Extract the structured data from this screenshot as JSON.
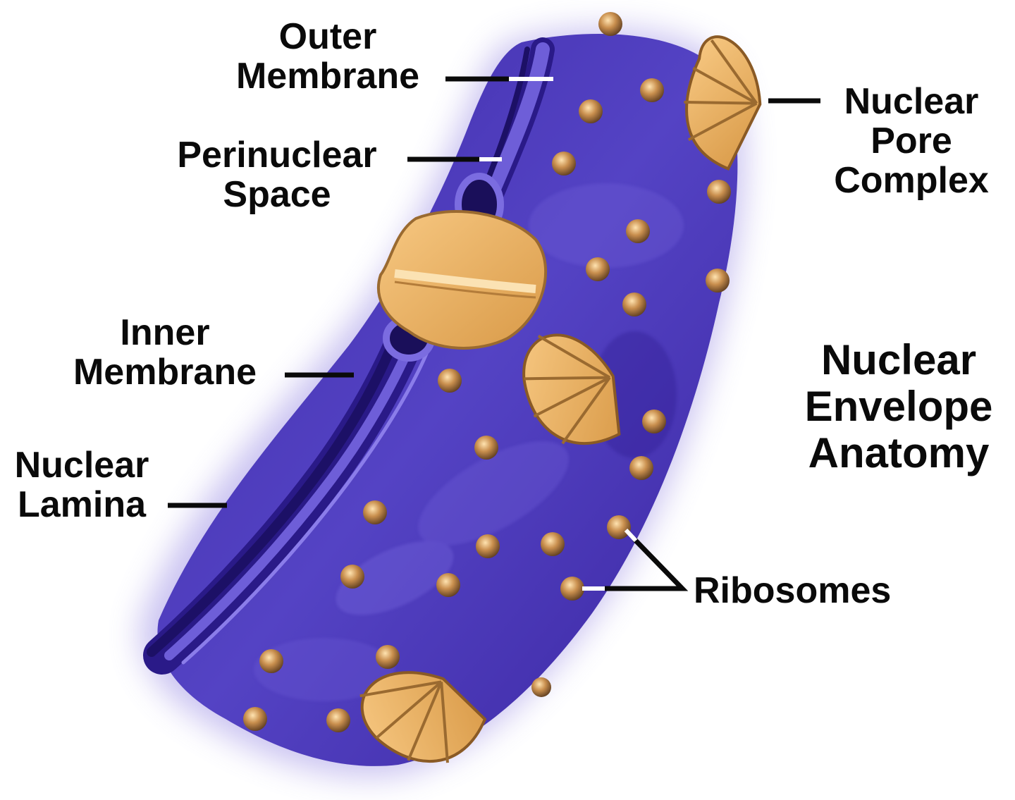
{
  "diagram": {
    "title": [
      "Nuclear",
      "Envelope",
      "Anatomy"
    ],
    "labels": {
      "outer_membrane": [
        "Outer",
        "Membrane"
      ],
      "perinuclear_space": [
        "Perinuclear",
        "Space"
      ],
      "inner_membrane": [
        "Inner",
        "Membrane"
      ],
      "nuclear_lamina": [
        "Nuclear",
        "Lamina"
      ],
      "nuclear_pore_complex": [
        "Nuclear",
        "Pore",
        "Complex"
      ],
      "ribosomes": "Ribosomes"
    },
    "colors": {
      "envelope_purple": "#4a35b8",
      "membrane_highlight": "#7d6ee0",
      "pore_gold": "#e9b15c",
      "ribosome_brown": "#9a6a3a",
      "leader_line": "#0a0a0a",
      "background": "#ffffff"
    }
  }
}
